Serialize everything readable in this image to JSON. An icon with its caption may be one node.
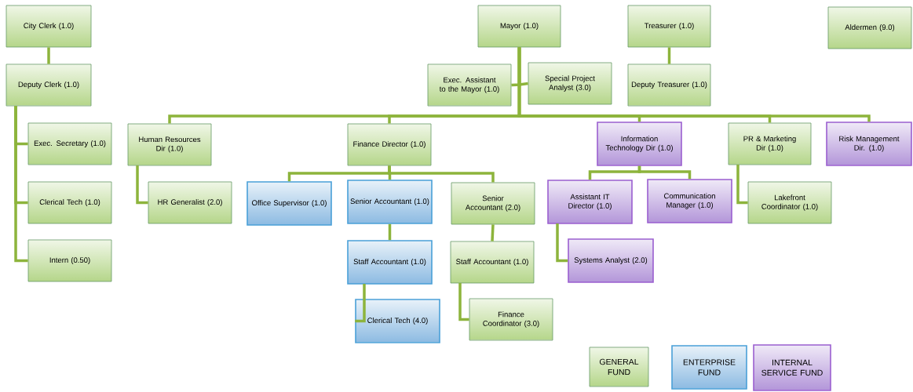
{
  "diagram": {
    "nodes": [
      {
        "text": [
          "City Clerk (1.0)"
        ]
      },
      {
        "text": [
          "Deputy Clerk (1.0)"
        ]
      },
      {
        "text": [
          "Mayor (1.0)"
        ]
      },
      {
        "text": [
          "Treasurer (1.0)"
        ]
      },
      {
        "text": [
          "Aldermen (9.0)"
        ]
      },
      {
        "text": [
          "Exec. Assistant to the Mayor (1.0)"
        ]
      },
      {
        "text": [
          "Special Project Analyst (3.0)"
        ]
      },
      {
        "text": [
          "Deputy Treasurer (1.0)"
        ]
      },
      {
        "text": [
          "Exec. Secretary (1.0)"
        ]
      },
      {
        "text": [
          "Human Resources Dir (1.0)"
        ]
      },
      {
        "text": [
          "Finance Director (1.0)"
        ]
      },
      {
        "text": [
          "Information Technology Dir (1.0)"
        ]
      },
      {
        "text": [
          "PR & Marketing Dir (1.0)"
        ]
      },
      {
        "text": [
          "Risk Management Dir. (1.0)"
        ]
      },
      {
        "text": [
          "Office Supervisor (1.0)"
        ]
      },
      {
        "text": [
          "Senior Accountant (1.0)"
        ]
      },
      {
        "text": [
          "Senior Accountant (2.0)"
        ]
      },
      {
        "text": [
          "Assistant IT Director (1.0)"
        ]
      },
      {
        "text": [
          "Communication Manager (1.0)"
        ]
      },
      {
        "text": [
          "Clerical Tech (1.0)"
        ]
      },
      {
        "text": [
          "HR Generalist (2.0)"
        ]
      },
      {
        "text": [
          "Lakefront Coordinator (1.0)"
        ]
      },
      {
        "text": [
          "Staff Accountant (1.0)"
        ]
      },
      {
        "text": [
          "Staff Accountant (1.0)"
        ]
      },
      {
        "text": [
          "Systems Analyst (2.0)"
        ]
      },
      {
        "text": [
          "Intern (0.50)"
        ]
      },
      {
        "text": [
          "Clerical Tech (4.0)"
        ]
      },
      {
        "text": [
          "Finance Coordinator (3.0)"
        ]
      }
    ],
    "edges": [
      {
        "from": 0,
        "to": 1,
        "arrow": "none"
      },
      {
        "from": 1,
        "to": 8,
        "arrow": "none"
      },
      {
        "from": 1,
        "to": 19,
        "arrow": "none"
      },
      {
        "from": 1,
        "to": 25,
        "arrow": "none"
      },
      {
        "from": 2,
        "to": 5,
        "arrow": "none"
      },
      {
        "from": 2,
        "to": 6,
        "arrow": "none"
      },
      {
        "from": 2,
        "to": 9,
        "arrow": "none"
      },
      {
        "from": 2,
        "to": 10,
        "arrow": "none"
      },
      {
        "from": 2,
        "to": 11,
        "arrow": "none"
      },
      {
        "from": 2,
        "to": 12,
        "arrow": "none"
      },
      {
        "from": 2,
        "to": 13,
        "arrow": "none"
      },
      {
        "from": 3,
        "to": 7,
        "arrow": "none"
      },
      {
        "from": 9,
        "to": 20,
        "arrow": "none"
      },
      {
        "from": 10,
        "to": 14,
        "arrow": "none"
      },
      {
        "from": 10,
        "to": 15,
        "arrow": "none"
      },
      {
        "from": 10,
        "to": 16,
        "arrow": "none"
      },
      {
        "from": 11,
        "to": 17,
        "arrow": "none"
      },
      {
        "from": 11,
        "to": 18,
        "arrow": "none"
      },
      {
        "from": 12,
        "to": 21,
        "arrow": "none"
      },
      {
        "from": 15,
        "to": 22,
        "arrow": "none"
      },
      {
        "from": 22,
        "to": 26,
        "arrow": "none"
      },
      {
        "from": 16,
        "to": 23,
        "arrow": "none"
      },
      {
        "from": 23,
        "to": 27,
        "arrow": "none"
      },
      {
        "from": 17,
        "to": 24,
        "arrow": "none"
      }
    ],
    "legend": [
      {
        "text": "GENERAL FUND",
        "color": "#b5d68a"
      },
      {
        "text": "ENTERPRISE FUND",
        "color": "#8dbbe2"
      },
      {
        "text": "INTERNAL SERVICE FUND",
        "color": "#b396d9"
      }
    ]
  }
}
